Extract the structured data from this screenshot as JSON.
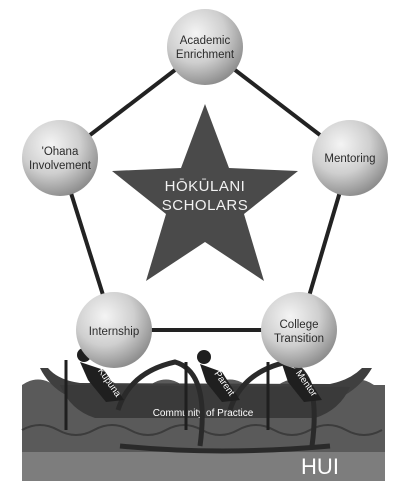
{
  "center": {
    "line1": "HŌKŪLANI",
    "line2": "SCHOLARS"
  },
  "nodes": {
    "academic": {
      "line1": "Academic",
      "line2": "Enrichment"
    },
    "mentoring": {
      "line1": "Mentoring"
    },
    "college": {
      "line1": "College",
      "line2": "Transition"
    },
    "internship": {
      "line1": "Internship"
    },
    "ohana": {
      "line1": "'Ohana",
      "line2": "Involvement"
    }
  },
  "canoe": {
    "paddlers": [
      "Kupuna",
      "Parent",
      "Mentor"
    ],
    "label": "Community of Practice"
  },
  "foundation": {
    "label": "HUI"
  },
  "colors": {
    "star": "#4a4a4a",
    "ocean": "#5a5a5a",
    "ground": "#7d7d7d",
    "canoe": "#3f3f3f",
    "line": "#222222"
  }
}
